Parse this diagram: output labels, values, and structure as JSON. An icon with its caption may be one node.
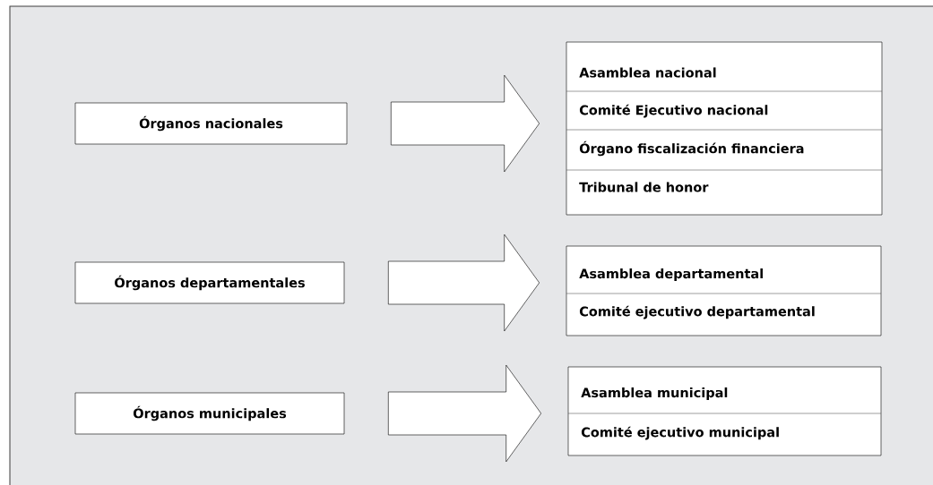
{
  "diagram": {
    "nodes": [
      {
        "text": [
          "Órganos nacionales"
        ]
      },
      {
        "text": [
          "Asamblea nacional",
          "Comité Ejecutivo nacional",
          "Órgano fiscalización financiera",
          "Tribunal de honor"
        ]
      },
      {
        "text": [
          "Órganos departamentales"
        ]
      },
      {
        "text": [
          "Asamblea departamental",
          "Comité ejecutivo departamental"
        ]
      },
      {
        "text": [
          "Órganos municipales"
        ]
      },
      {
        "text": [
          "Asamblea municipal",
          "Comité ejecutivo municipal"
        ]
      }
    ],
    "edges": [
      {
        "from": 0,
        "to": 1,
        "arrow": "to"
      },
      {
        "from": 2,
        "to": 3,
        "arrow": "to"
      },
      {
        "from": 4,
        "to": 5,
        "arrow": "to"
      }
    ]
  }
}
